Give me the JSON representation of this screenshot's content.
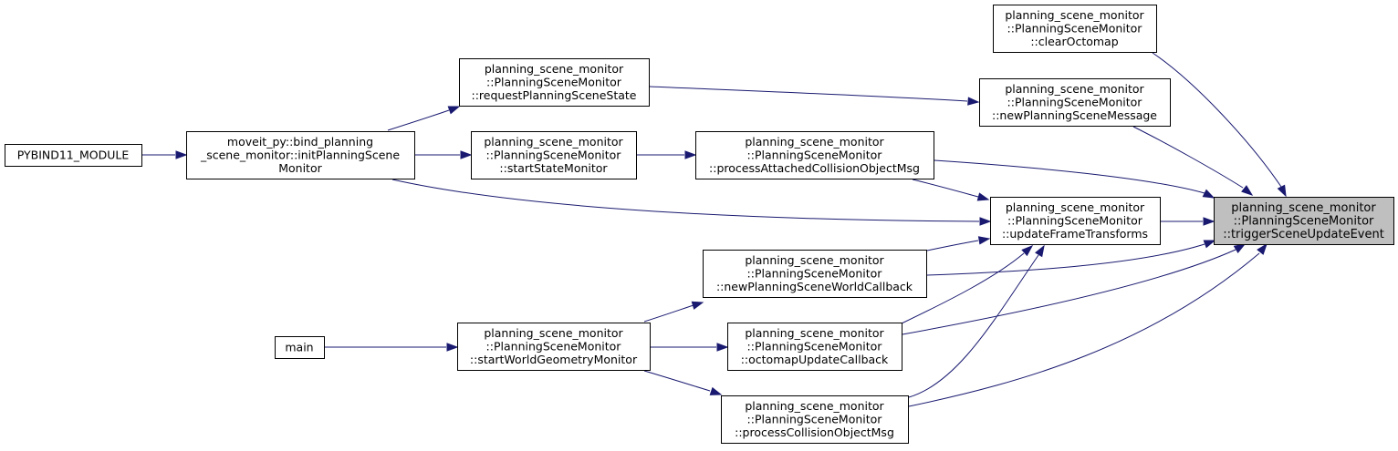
{
  "nodes": {
    "trigger": [
      "planning_scene_monitor",
      "::PlanningSceneMonitor",
      "::triggerSceneUpdateEvent"
    ],
    "clear_octomap": [
      "planning_scene_monitor",
      "::PlanningSceneMonitor",
      "::clearOctomap"
    ],
    "new_ps_message": [
      "planning_scene_monitor",
      "::PlanningSceneMonitor",
      "::newPlanningSceneMessage"
    ],
    "request_ps_state": [
      "planning_scene_monitor",
      "::PlanningSceneMonitor",
      "::requestPlanningSceneState"
    ],
    "process_attached": [
      "planning_scene_monitor",
      "::PlanningSceneMonitor",
      "::processAttachedCollisionObjectMsg"
    ],
    "start_state": [
      "planning_scene_monitor",
      "::PlanningSceneMonitor",
      "::startStateMonitor"
    ],
    "init_psm": [
      "moveit_py::bind_planning",
      "_scene_monitor::initPlanningScene",
      "Monitor"
    ],
    "pybind": [
      "PYBIND11_MODULE"
    ],
    "update_frame": [
      "planning_scene_monitor",
      "::PlanningSceneMonitor",
      "::updateFrameTransforms"
    ],
    "new_world_cb": [
      "planning_scene_monitor",
      "::PlanningSceneMonitor",
      "::newPlanningSceneWorldCallback"
    ],
    "start_world": [
      "planning_scene_monitor",
      "::PlanningSceneMonitor",
      "::startWorldGeometryMonitor"
    ],
    "main": [
      "main"
    ],
    "octomap_cb": [
      "planning_scene_monitor",
      "::PlanningSceneMonitor",
      "::octomapUpdateCallback"
    ],
    "process_collision": [
      "planning_scene_monitor",
      "::PlanningSceneMonitor",
      "::processCollisionObjectMsg"
    ]
  },
  "colors": {
    "edge": "#191970",
    "highlight_fill": "#bfbfbf",
    "node_border": "#000000"
  }
}
